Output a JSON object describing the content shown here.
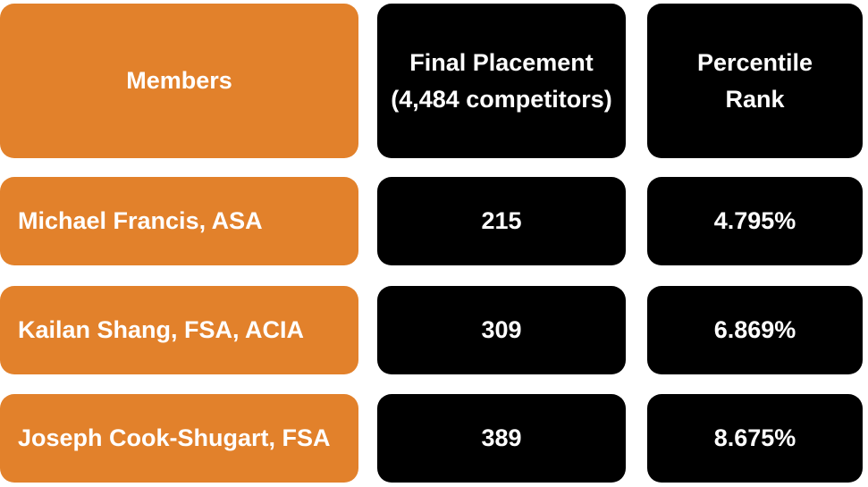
{
  "header": {
    "members": "Members",
    "final_placement": "Final Placement (4,484 competitors)",
    "percentile_rank": "Percentile Rank"
  },
  "rows": [
    {
      "member": "Michael Francis, ASA",
      "placement": "215",
      "percentile": "4.795%"
    },
    {
      "member": "Kailan Shang, FSA, ACIA",
      "placement": "309",
      "percentile": "6.869%"
    },
    {
      "member": "Joseph Cook-Shugart, FSA",
      "placement": "389",
      "percentile": "8.675%"
    }
  ],
  "colors": {
    "orange": "#e2812b",
    "black": "#000000",
    "text": "#ffffff"
  }
}
